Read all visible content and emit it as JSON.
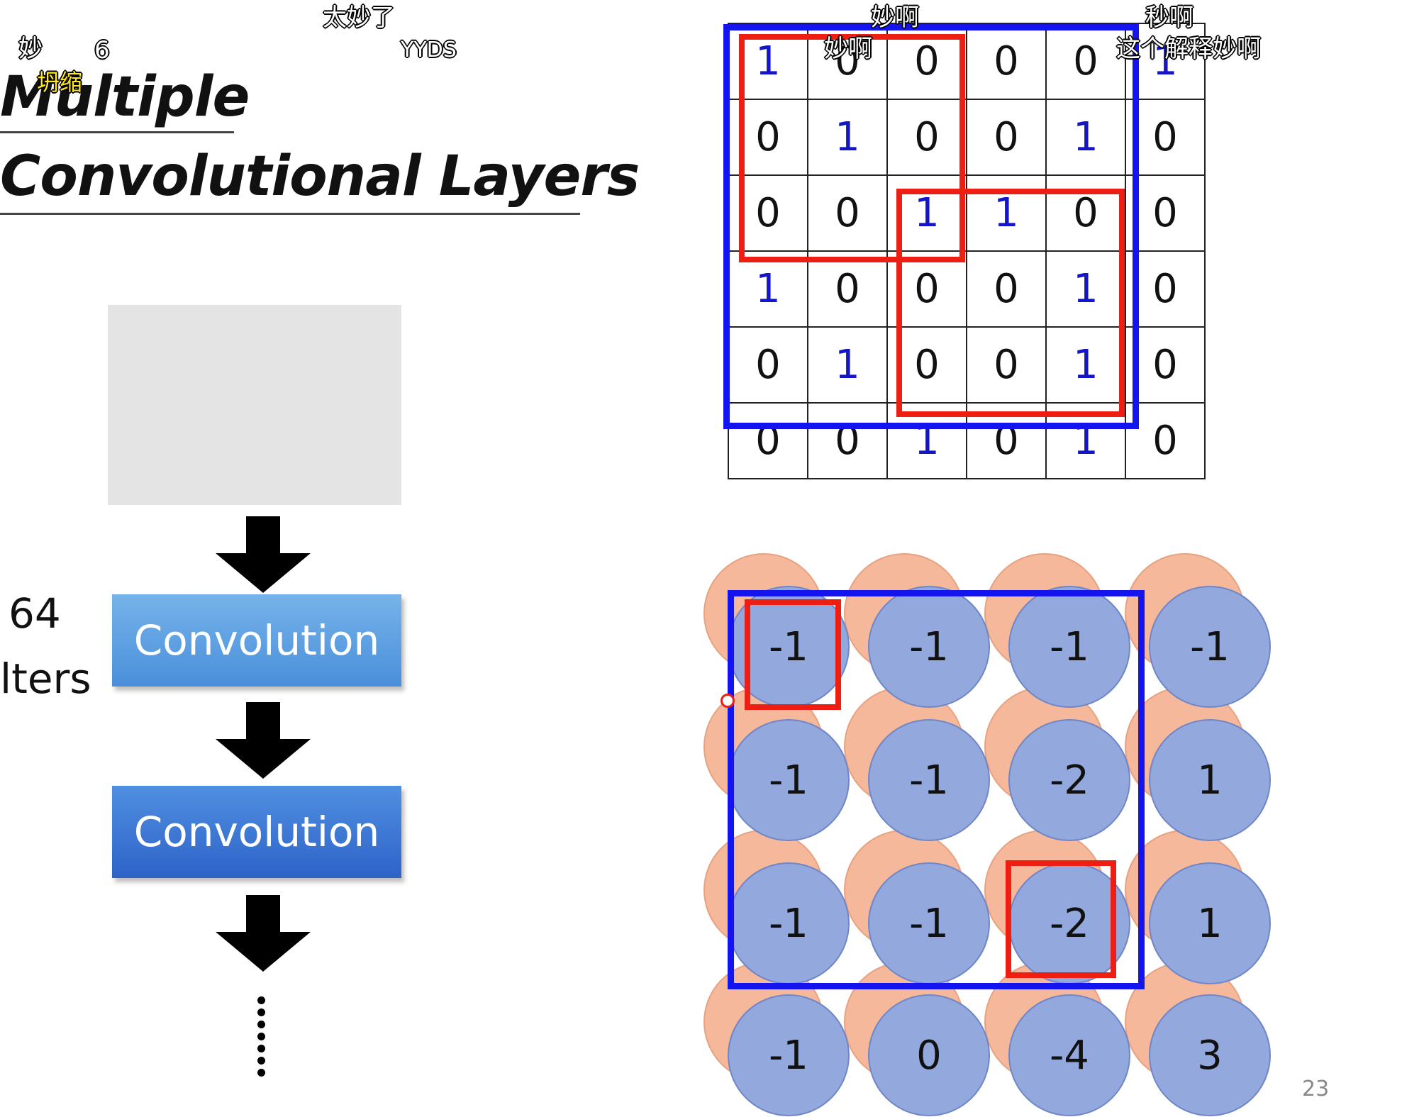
{
  "slide": {
    "title_line1": "Multiple",
    "title_line2": "Convolutional Layers",
    "filters_count": "64",
    "filters_label": "lters",
    "conv_blocks": [
      "Convolution",
      "Convolution"
    ],
    "page_number": "23"
  },
  "danmaku": [
    "太妙了",
    "YYDS",
    "妙",
    "6",
    "坍缩",
    "妙啊",
    "妙啊",
    "秒啊",
    "这个解释妙啊"
  ],
  "input_grid": [
    [
      "1",
      "0",
      "0",
      "0",
      "0",
      "1"
    ],
    [
      "0",
      "1",
      "0",
      "0",
      "1",
      "0"
    ],
    [
      "0",
      "0",
      "1",
      "1",
      "0",
      "0"
    ],
    [
      "1",
      "0",
      "0",
      "0",
      "1",
      "0"
    ],
    [
      "0",
      "1",
      "0",
      "0",
      "1",
      "0"
    ],
    [
      "0",
      "0",
      "1",
      "0",
      "1",
      "0"
    ]
  ],
  "feature_map": [
    [
      "-1",
      "-1",
      "-1",
      "-1"
    ],
    [
      "-1",
      "-1",
      "-2",
      "1"
    ],
    [
      "-1",
      "-1",
      "-2",
      "1"
    ],
    [
      "-1",
      "0",
      "-4",
      "3"
    ]
  ],
  "colors": {
    "blue_box": "#1414ee",
    "red_box": "#ee1e12",
    "grid_one": "#1515c8",
    "cell_fill": "#93a8dc",
    "orange_fill": "#f5b89a"
  }
}
